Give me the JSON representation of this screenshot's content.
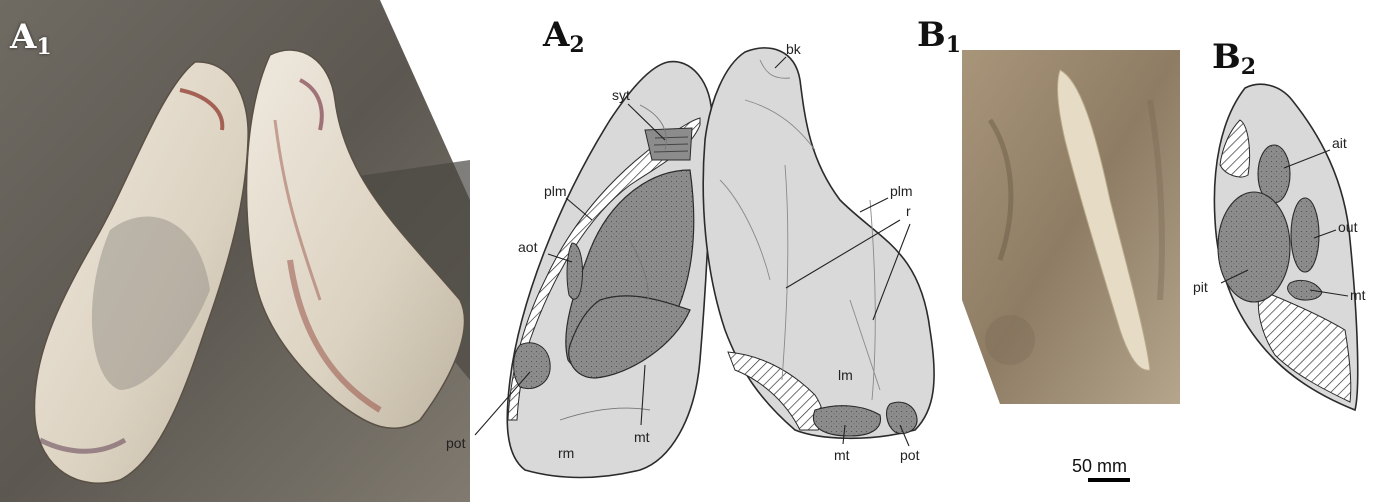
{
  "panels": {
    "a1": {
      "letter": "A",
      "index": "1"
    },
    "a2": {
      "letter": "A",
      "index": "2"
    },
    "b1": {
      "letter": "B",
      "index": "1"
    },
    "b2": {
      "letter": "B",
      "index": "2"
    }
  },
  "labels_a2": {
    "bk": "bk",
    "syt": "syt",
    "plm_left": "plm",
    "plm_right": "plm",
    "aot": "aot",
    "r": "r",
    "lm": "lm",
    "mt_left": "mt",
    "mt_right": "mt",
    "pot_left": "pot",
    "pot_right": "pot",
    "rm": "rm"
  },
  "labels_b2": {
    "ait": "ait",
    "out": "out",
    "pit": "pit",
    "mt": "mt"
  },
  "scale_bar": {
    "text": "50 mm"
  },
  "colors": {
    "bone_fill": "#d9d9d9",
    "muscle_fill": "#8c8c8c",
    "outline": "#2b2b2b"
  }
}
